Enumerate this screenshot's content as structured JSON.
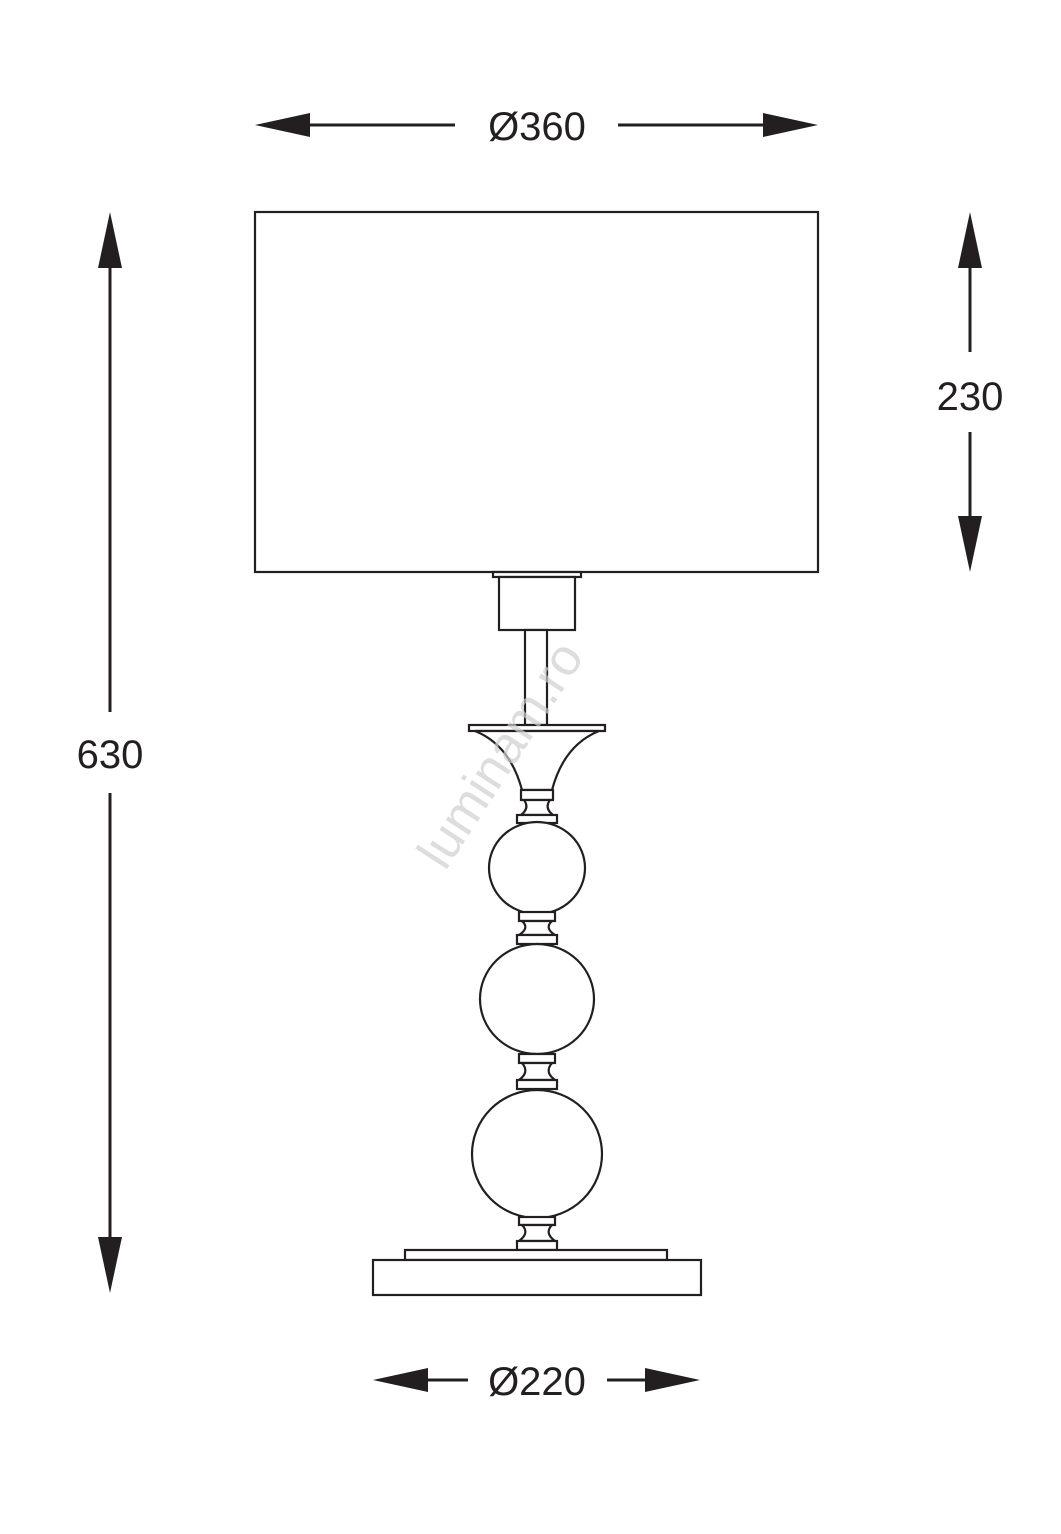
{
  "dimensions": {
    "shade_diameter": "Ø360",
    "shade_height": "230",
    "total_height": "630",
    "base_diameter": "Ø220"
  },
  "watermark": "luminam.ro",
  "colors": {
    "line": "#231f20",
    "watermark": "#cfcfcf"
  }
}
